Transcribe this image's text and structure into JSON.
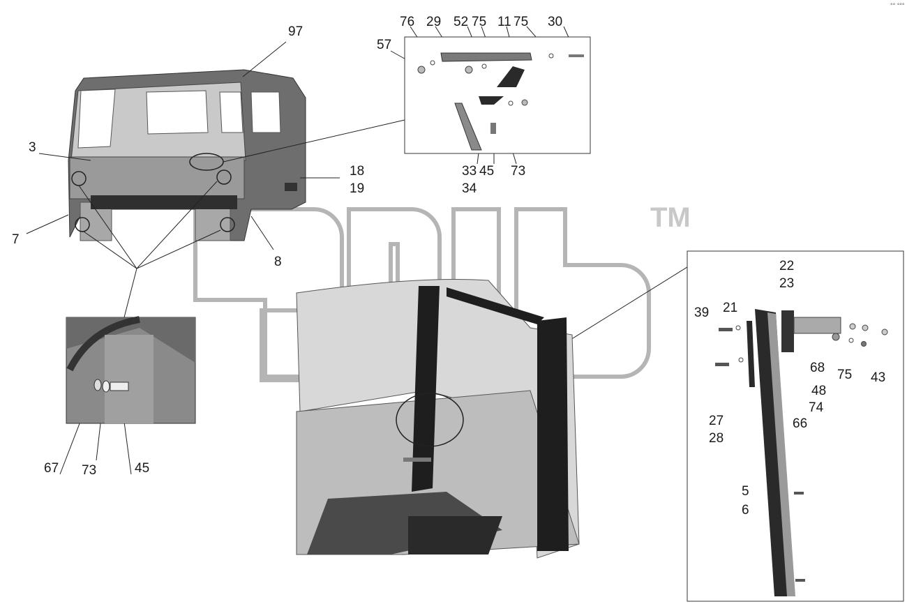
{
  "watermark": {
    "tm": "TM"
  },
  "corner_mark": "°° °°°",
  "labels": {
    "l97": "97",
    "l3": "3",
    "l7": "7",
    "l8": "8",
    "l18": "18",
    "l19": "19",
    "l76": "76",
    "l29": "29",
    "l52": "52",
    "l75a": "75",
    "l11": "11",
    "l75b": "75",
    "l30": "30",
    "l57": "57",
    "l33": "33",
    "l45a": "45",
    "l73a": "73",
    "l34": "34",
    "l67": "67",
    "l73b": "73",
    "l45b": "45",
    "l22": "22",
    "l23": "23",
    "l39": "39",
    "l21": "21",
    "l68": "68",
    "l75c": "75",
    "l43": "43",
    "l48": "48",
    "l74": "74",
    "l66": "66",
    "l27": "27",
    "l28": "28",
    "l5": "5",
    "l6": "6"
  }
}
